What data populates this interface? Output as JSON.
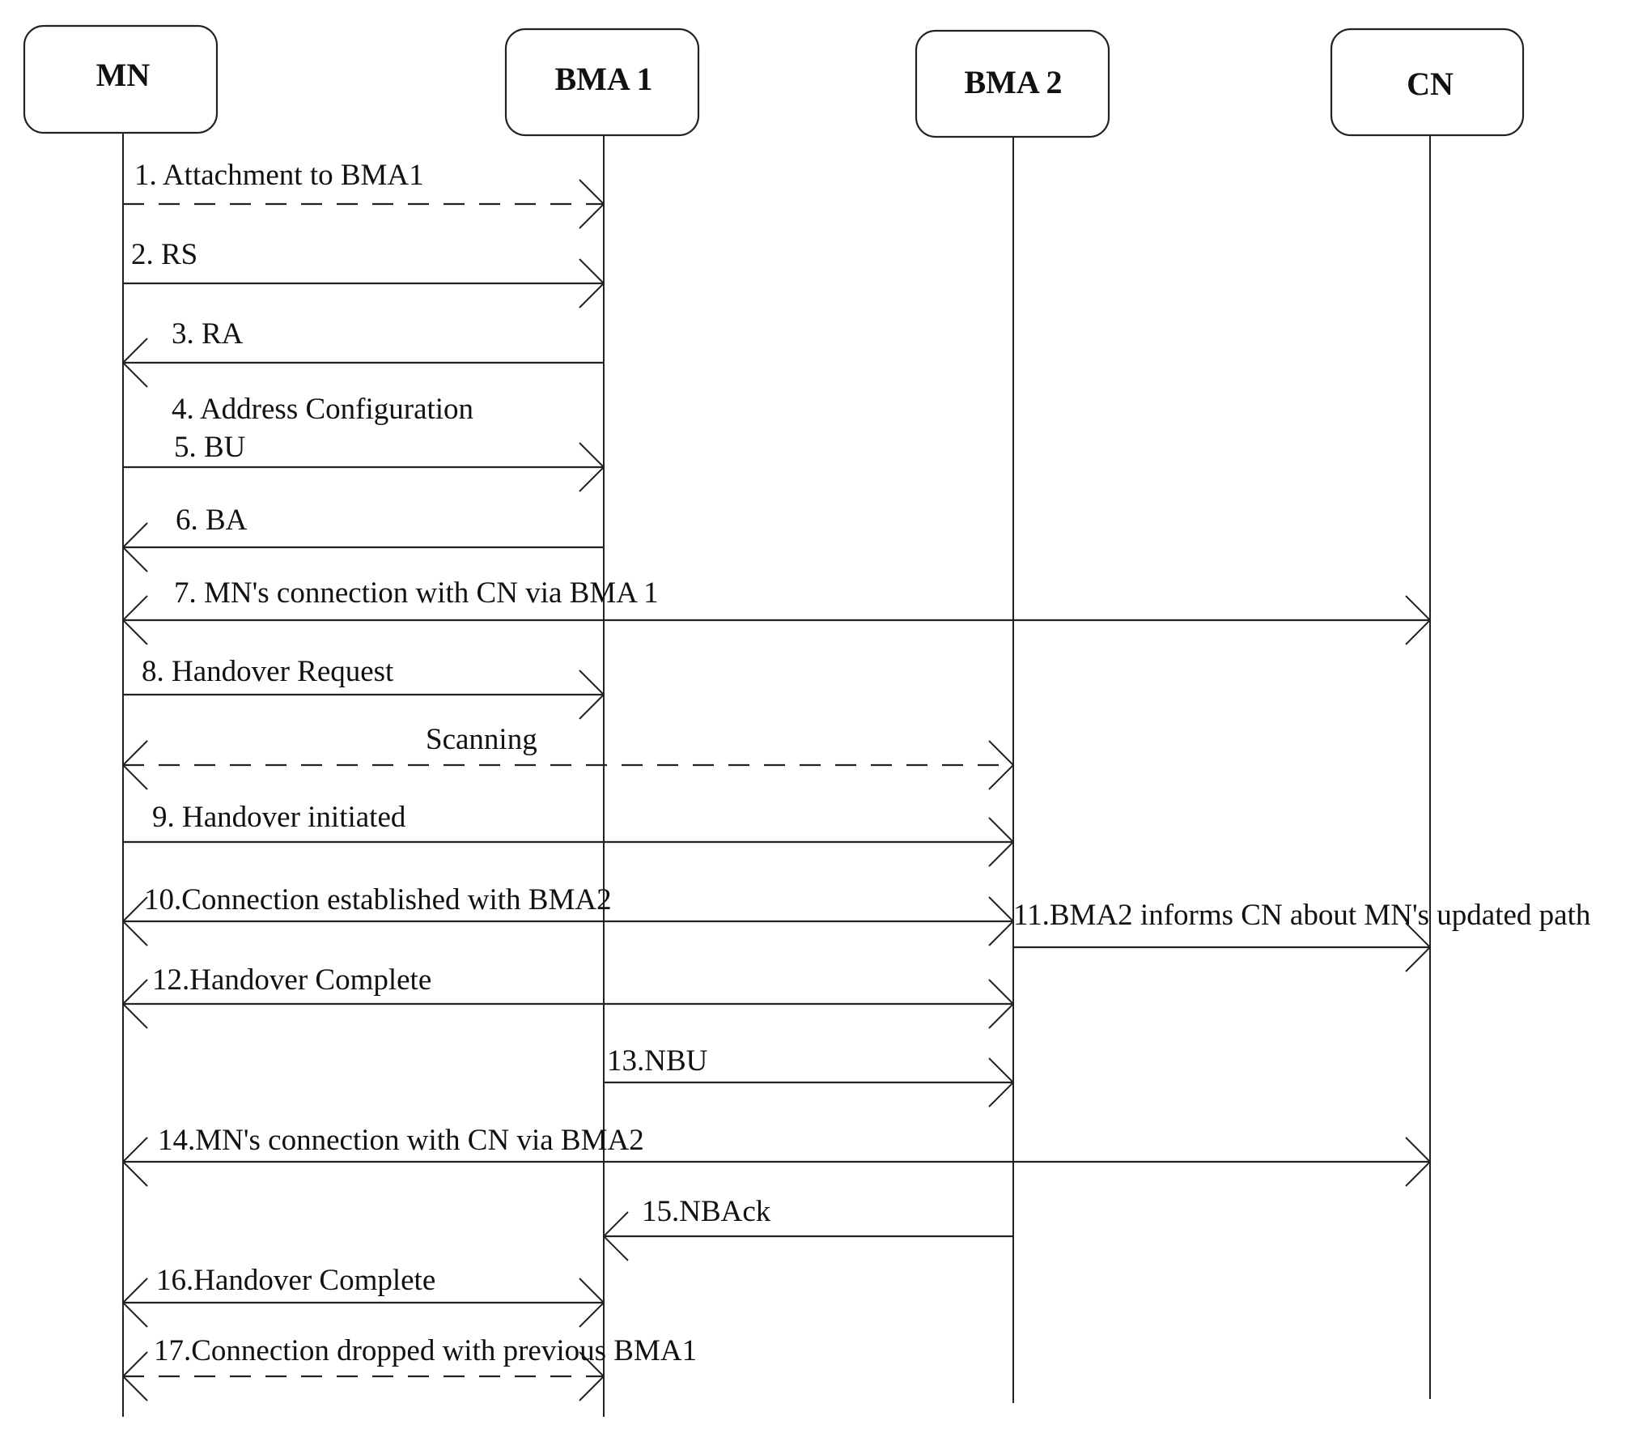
{
  "entities": [
    {
      "id": "MN",
      "label": "MN"
    },
    {
      "id": "BMA1",
      "label": "BMA 1"
    },
    {
      "id": "BMA2",
      "label": "BMA 2"
    },
    {
      "id": "CN",
      "label": "CN"
    }
  ],
  "messages": [
    {
      "label": "1. Attachment to BMA1",
      "from": "MN",
      "to": "BMA1",
      "style": "dashed",
      "heads": "end"
    },
    {
      "label": "2. RS",
      "from": "MN",
      "to": "BMA1",
      "style": "solid",
      "heads": "end"
    },
    {
      "label": "3. RA",
      "from": "BMA1",
      "to": "MN",
      "style": "solid",
      "heads": "end"
    },
    {
      "label": "4. Address Configuration",
      "type": "note"
    },
    {
      "label": "5. BU",
      "from": "MN",
      "to": "BMA1",
      "style": "solid",
      "heads": "end"
    },
    {
      "label": "6. BA",
      "from": "BMA1",
      "to": "MN",
      "style": "solid",
      "heads": "end"
    },
    {
      "label": "7. MN's connection with CN via BMA 1",
      "from": "MN",
      "to": "CN",
      "style": "solid",
      "heads": "both"
    },
    {
      "label": "8. Handover Request",
      "from": "MN",
      "to": "BMA1",
      "style": "solid",
      "heads": "end"
    },
    {
      "label": "Scanning",
      "from": "MN",
      "to": "BMA2",
      "style": "dashed",
      "heads": "both"
    },
    {
      "label": "9. Handover initiated",
      "from": "MN",
      "to": "BMA2",
      "style": "solid",
      "heads": "end"
    },
    {
      "label": "10.Connection established with BMA2",
      "from": "MN",
      "to": "BMA2",
      "style": "solid",
      "heads": "both"
    },
    {
      "label": "11.BMA2 informs CN about MN's updated path",
      "from": "BMA2",
      "to": "CN",
      "style": "solid",
      "heads": "end"
    },
    {
      "label": "12.Handover Complete",
      "from": "MN",
      "to": "BMA2",
      "style": "solid",
      "heads": "both"
    },
    {
      "label": "13.NBU",
      "from": "BMA1",
      "to": "BMA2",
      "style": "solid",
      "heads": "end"
    },
    {
      "label": "14.MN's connection with CN via BMA2",
      "from": "MN",
      "to": "CN",
      "style": "solid",
      "heads": "both"
    },
    {
      "label": "15.NBAck",
      "from": "BMA2",
      "to": "BMA1",
      "style": "solid",
      "heads": "end"
    },
    {
      "label": "16.Handover Complete",
      "from": "MN",
      "to": "BMA1",
      "style": "solid",
      "heads": "both"
    },
    {
      "label": "17.Connection dropped with previous BMA1",
      "from": "MN",
      "to": "BMA1",
      "style": "dashed",
      "heads": "both"
    }
  ]
}
